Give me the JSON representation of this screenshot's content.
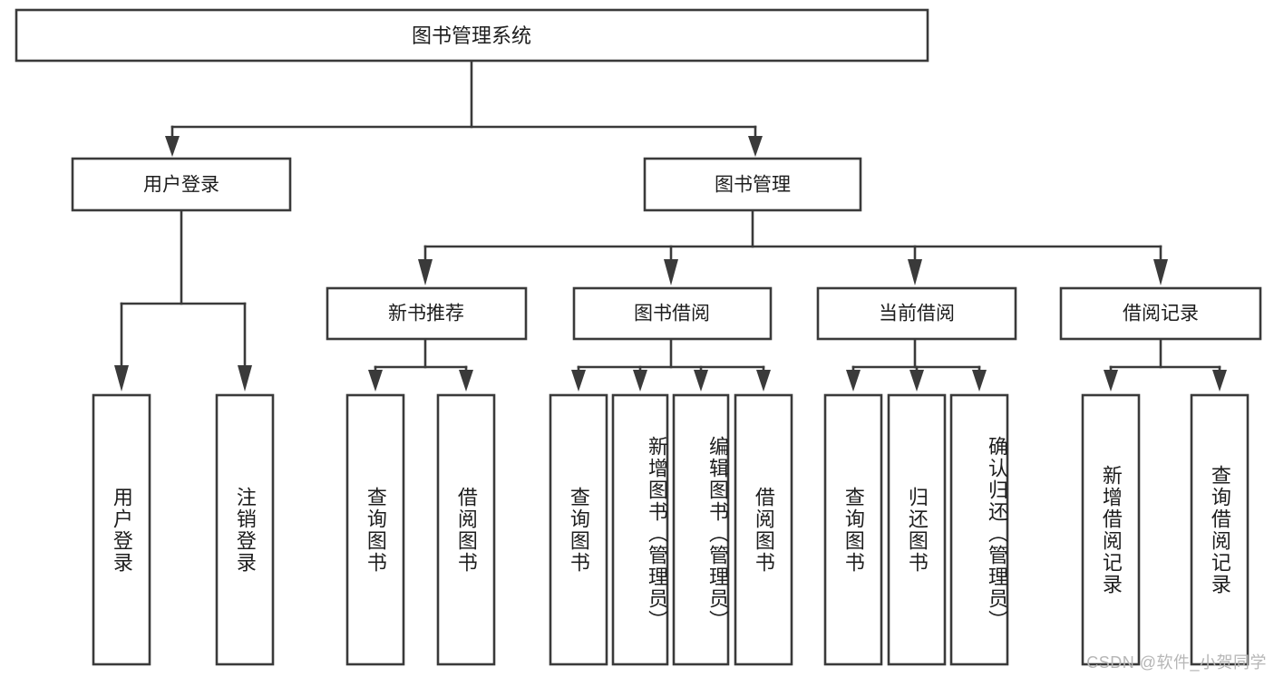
{
  "diagram": {
    "type": "tree",
    "title": "图书管理系统",
    "watermark": "CSDN @软件_小贺同学",
    "colors": {
      "stroke": "#3a3a3a",
      "fill": "#ffffff",
      "text": "#1d1d1d",
      "watermark": "#b6b6b6"
    },
    "root": {
      "label": "图书管理系统"
    },
    "level2": [
      {
        "label": "用户登录"
      },
      {
        "label": "图书管理"
      }
    ],
    "level3": [
      {
        "label": "新书推荐"
      },
      {
        "label": "图书借阅"
      },
      {
        "label": "当前借阅"
      },
      {
        "label": "借阅记录"
      }
    ],
    "leaves": {
      "user_login": [
        {
          "label": "用户登录"
        },
        {
          "label": "注销登录"
        }
      ],
      "new_book_recommend": [
        {
          "label": "查询图书"
        },
        {
          "label": "借阅图书"
        }
      ],
      "book_borrow": [
        {
          "label": "查询图书"
        },
        {
          "label": "新增图书（管理员）"
        },
        {
          "label": "编辑图书（管理员）"
        },
        {
          "label": "借阅图书"
        }
      ],
      "current_borrow": [
        {
          "label": "查询图书"
        },
        {
          "label": "归还图书"
        },
        {
          "label": "确认归还（管理员）"
        }
      ],
      "borrow_record": [
        {
          "label": "新增借阅记录"
        },
        {
          "label": "查询借阅记录"
        }
      ]
    }
  }
}
